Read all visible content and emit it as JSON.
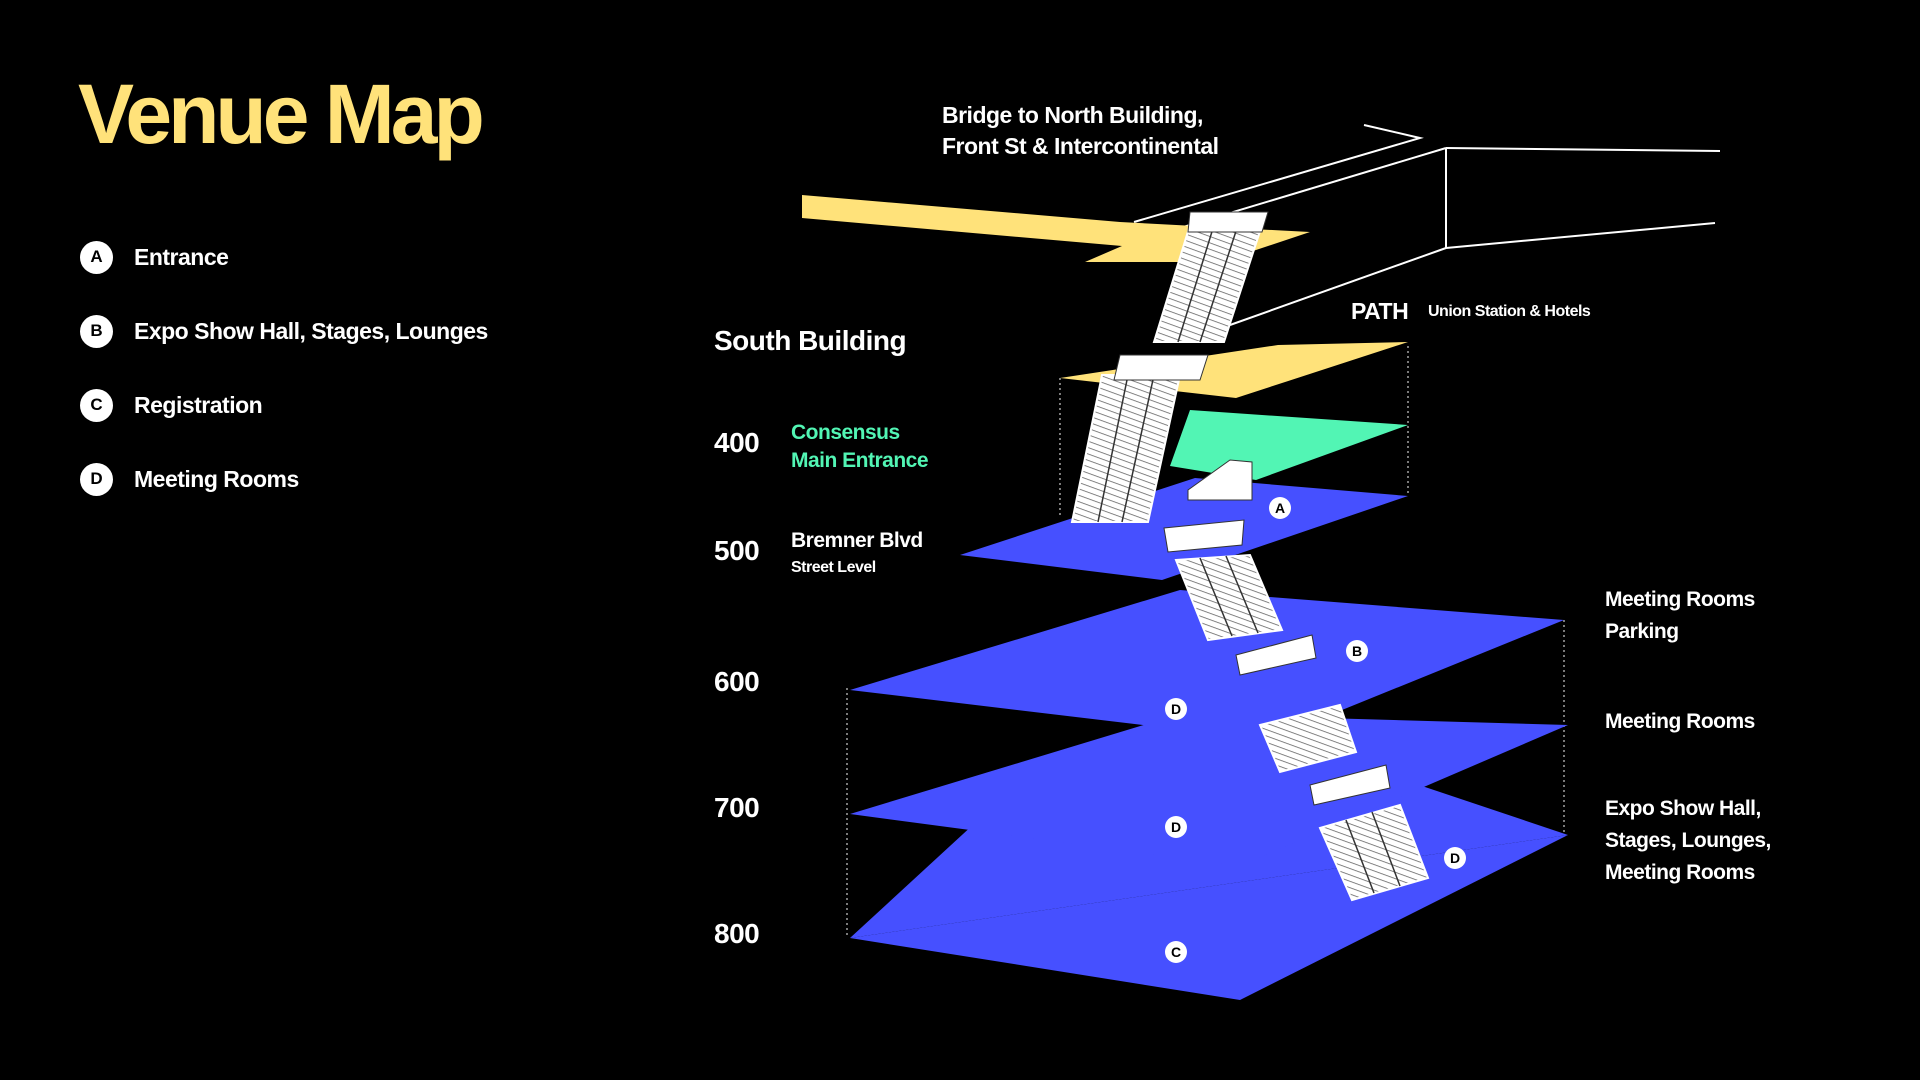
{
  "title": "Venue Map",
  "legend": [
    {
      "letter": "A",
      "label": "Entrance"
    },
    {
      "letter": "B",
      "label": "Expo Show Hall, Stages, Lounges"
    },
    {
      "letter": "C",
      "label": "Registration"
    },
    {
      "letter": "D",
      "label": "Meeting Rooms"
    }
  ],
  "labels": {
    "bridge_line1": "Bridge to North Building,",
    "bridge_line2": "Front St & Intercontinental",
    "south_building": "South Building",
    "path": "PATH",
    "path_sub": "Union Station & Hotels",
    "consensus_line1": "Consensus",
    "consensus_line2": "Main Entrance",
    "bremner": "Bremner Blvd",
    "street_level": "Street Level"
  },
  "levels": [
    "400",
    "500",
    "600",
    "700",
    "800"
  ],
  "right_labels": {
    "level600_line1": "Meeting Rooms",
    "level600_line2": "Parking",
    "level700": "Meeting Rooms",
    "level800_line1": "Expo Show Hall,",
    "level800_line2": "Stages, Lounges,",
    "level800_line3": "Meeting Rooms"
  },
  "markers": {
    "a": "A",
    "b": "B",
    "d1": "D",
    "d2": "D",
    "d3": "D",
    "c": "C"
  },
  "colors": {
    "yellow": "#ffe27a",
    "blue": "#4650ff",
    "green": "#52f5b4",
    "background": "#000000"
  }
}
